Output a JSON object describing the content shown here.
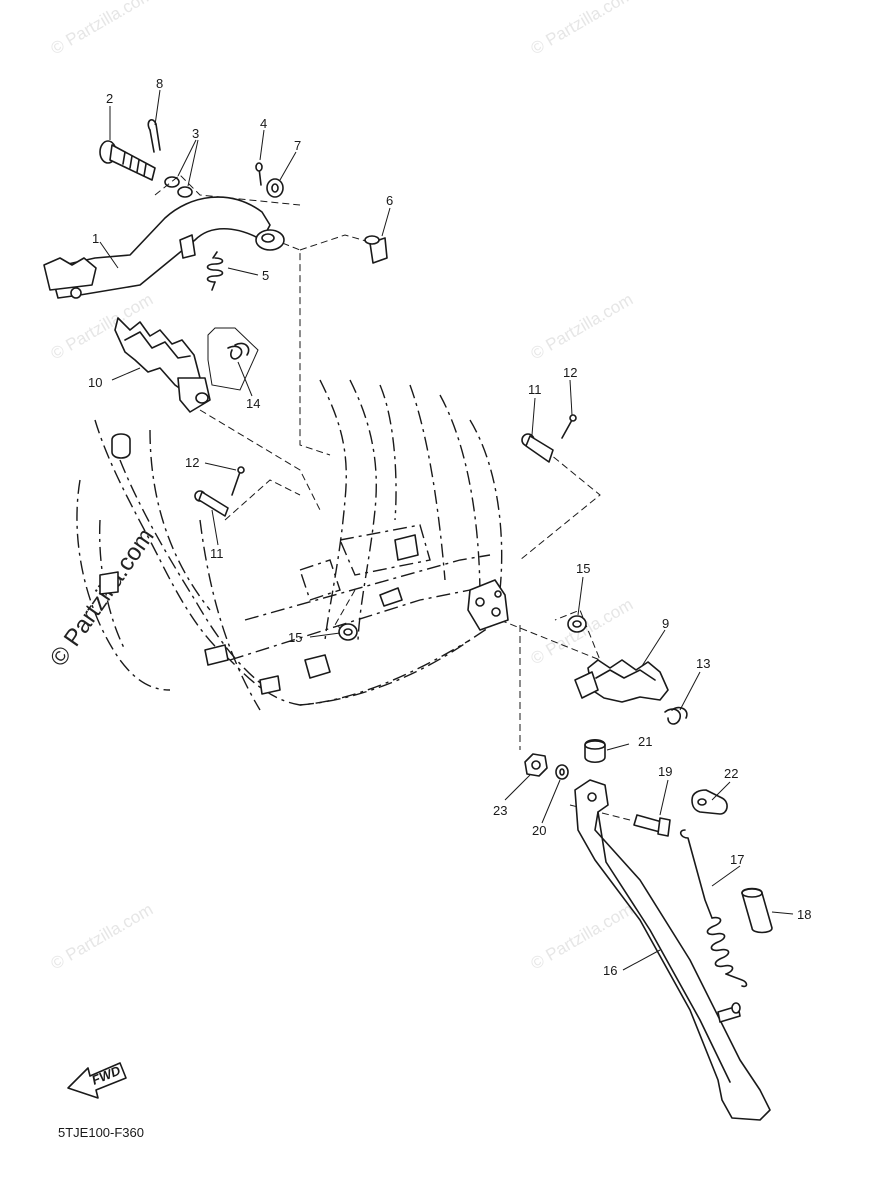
{
  "diagram": {
    "code": "5TJE100-F360",
    "fwd_label": "FWD",
    "watermark": "© Partzilla.com",
    "callouts": [
      {
        "id": "c1",
        "text": "1"
      },
      {
        "id": "c2",
        "text": "2"
      },
      {
        "id": "c3",
        "text": "3"
      },
      {
        "id": "c4",
        "text": "4"
      },
      {
        "id": "c5",
        "text": "5"
      },
      {
        "id": "c6",
        "text": "6"
      },
      {
        "id": "c7",
        "text": "7"
      },
      {
        "id": "c8",
        "text": "8"
      },
      {
        "id": "c9",
        "text": "9"
      },
      {
        "id": "c10",
        "text": "10"
      },
      {
        "id": "c11a",
        "text": "11"
      },
      {
        "id": "c11b",
        "text": "11"
      },
      {
        "id": "c12a",
        "text": "12"
      },
      {
        "id": "c12b",
        "text": "12"
      },
      {
        "id": "c13",
        "text": "13"
      },
      {
        "id": "c14",
        "text": "14"
      },
      {
        "id": "c15a",
        "text": "15"
      },
      {
        "id": "c15b",
        "text": "15"
      },
      {
        "id": "c16",
        "text": "16"
      },
      {
        "id": "c17",
        "text": "17"
      },
      {
        "id": "c18",
        "text": "18"
      },
      {
        "id": "c19",
        "text": "19"
      },
      {
        "id": "c20",
        "text": "20"
      },
      {
        "id": "c21",
        "text": "21"
      },
      {
        "id": "c22",
        "text": "22"
      },
      {
        "id": "c23",
        "text": "23"
      }
    ]
  }
}
